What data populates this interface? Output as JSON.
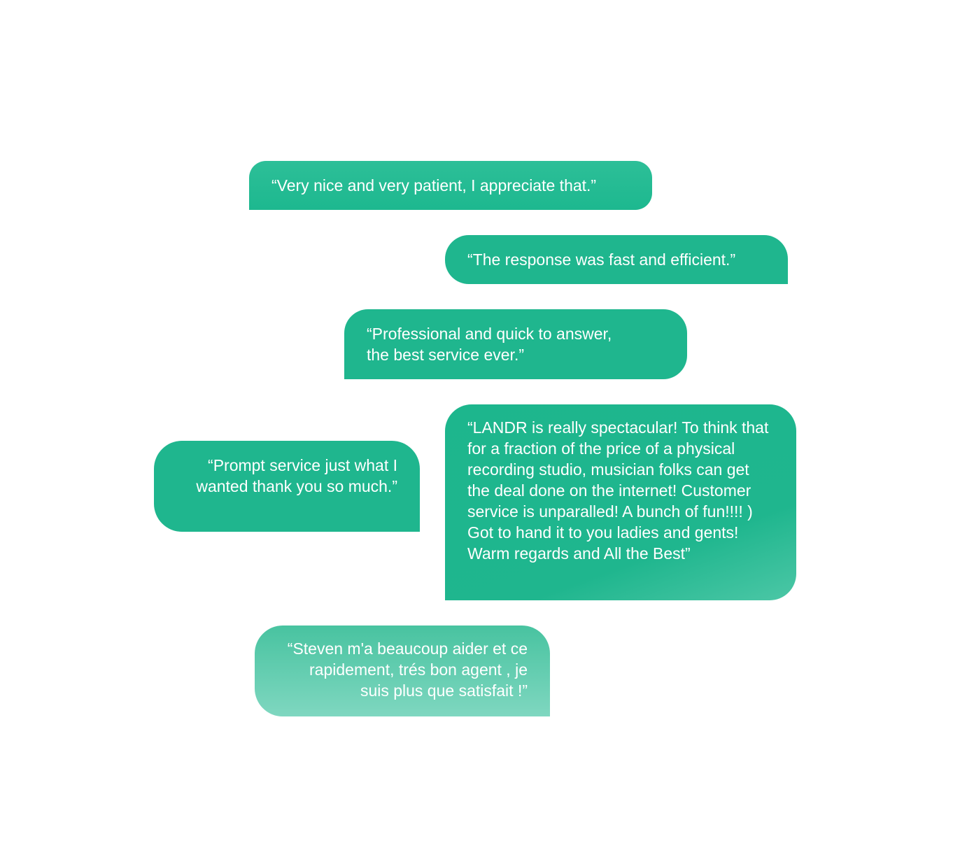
{
  "testimonials": [
    {
      "text": "“Very nice and very patient, I appreciate that.”"
    },
    {
      "text": "“The response was fast and efficient.”"
    },
    {
      "text": "“Professional and quick to answer,\nthe best service ever.”"
    },
    {
      "text": "“Prompt service just what I wanted thank you so much.”"
    },
    {
      "text": "“LANDR is really spectacular! To think that for a fraction of the price of a physical recording studio, musician folks can get the deal done on the internet! Customer service is unparalled! A bunch of fun!!!! ) Got to hand it to you ladies and gents! Warm regards and All the Best”"
    },
    {
      "text": "“Steven m'a beaucoup aider et ce rapidement, trés bon agent , je suis plus que satisfait !”"
    }
  ]
}
